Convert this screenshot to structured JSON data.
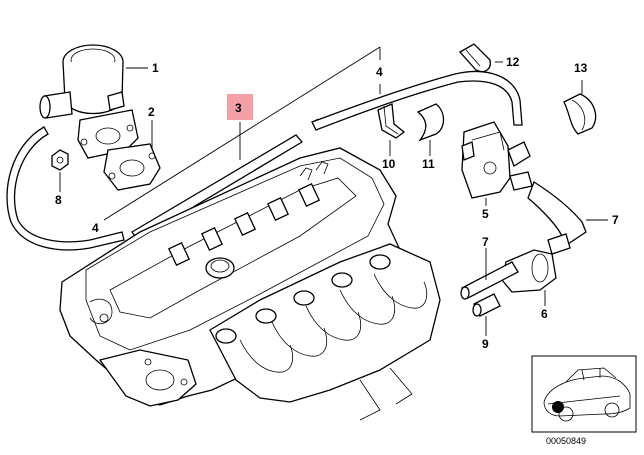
{
  "callouts": [
    {
      "id": "p1",
      "label": "1"
    },
    {
      "id": "p2",
      "label": "2"
    },
    {
      "id": "p3",
      "label": "3",
      "highlight": "#f4a0a8"
    },
    {
      "id": "p4a",
      "label": "4"
    },
    {
      "id": "p4b",
      "label": "4"
    },
    {
      "id": "p5",
      "label": "5"
    },
    {
      "id": "p6",
      "label": "6"
    },
    {
      "id": "p7a",
      "label": "7"
    },
    {
      "id": "p7b",
      "label": "7"
    },
    {
      "id": "p8",
      "label": "8"
    },
    {
      "id": "p9",
      "label": "9"
    },
    {
      "id": "p10",
      "label": "10"
    },
    {
      "id": "p11",
      "label": "11"
    },
    {
      "id": "p12",
      "label": "12"
    },
    {
      "id": "p13",
      "label": "13"
    }
  ],
  "reference_number": "00050849",
  "colors": {
    "line": "#000000",
    "highlight": "#f4a0a8"
  }
}
